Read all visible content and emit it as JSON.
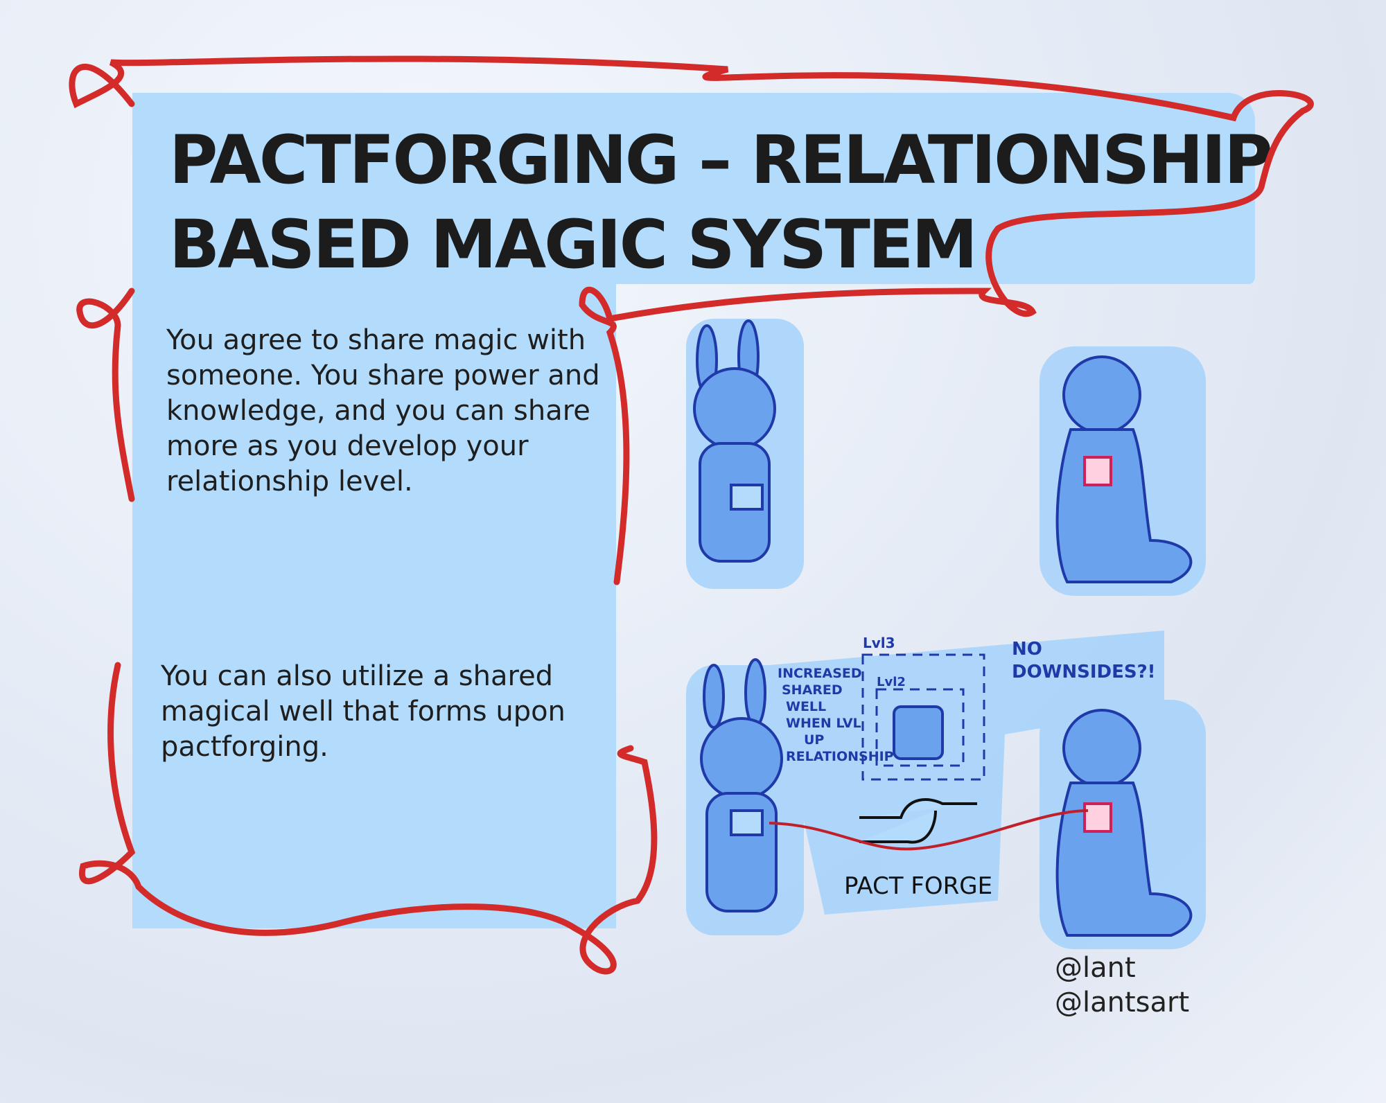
{
  "title": {
    "line1": "PACTFORGING – RELATIONSHIP",
    "line2": "BASED MAGIC SYSTEM"
  },
  "paragraphs": [
    "You agree to share magic with someone. You share power and knowledge, and you can share more as you develop your relationship level.",
    "You can also utilize a shared magical well that forms upon pactforging."
  ],
  "illustration": {
    "label_levels": [
      "Lvl3",
      "Lvl2"
    ],
    "label_increase": [
      "INCREASED",
      "SHARED",
      "WELL",
      "WHEN LVL",
      "UP",
      "RELATIONSHIP"
    ],
    "label_no_downsides": [
      "NO",
      "DOWNSIDES?!"
    ],
    "label_pact_forge": "PACT FORGE"
  },
  "credits": {
    "handle1": "@lant",
    "handle2": "@lantsart"
  },
  "colors": {
    "panel": "#b3dcfc",
    "string": "#d32a2a",
    "creature": "#6aa2ee",
    "ink": "#1f3aa8"
  }
}
